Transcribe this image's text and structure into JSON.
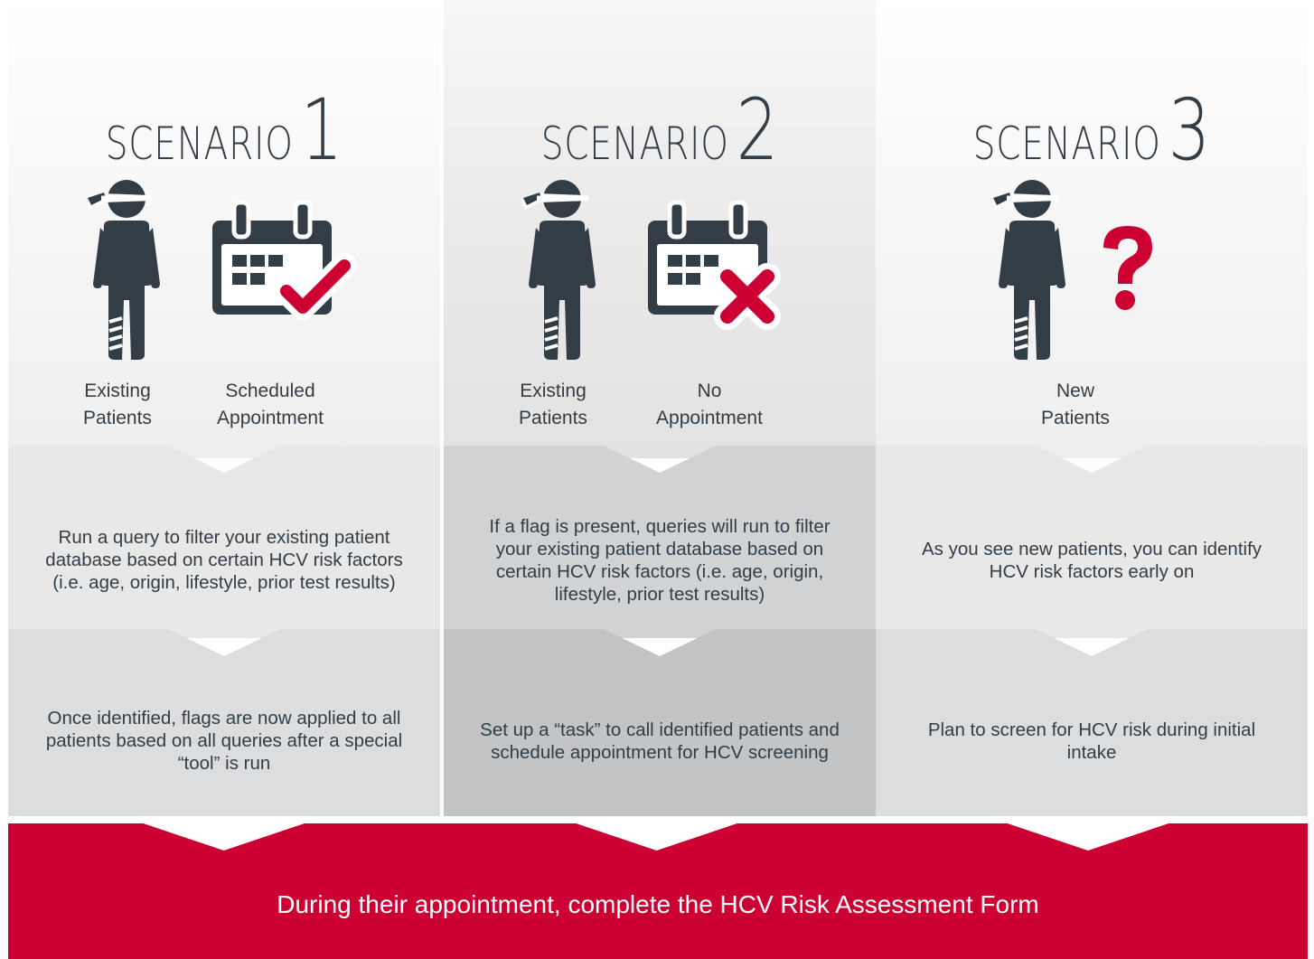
{
  "scenarios": [
    {
      "word": "SCENARIO",
      "number": "1",
      "labels": [
        [
          "Existing",
          "Patients"
        ],
        [
          "Scheduled",
          "Appointment"
        ]
      ],
      "steps": [
        "Run a query to filter your existing patient database based on certain HCV risk factors (i.e. age, origin, lifestyle, prior test results)",
        "Once identified, flags are now applied to all patients based on all queries after a special “tool” is run"
      ]
    },
    {
      "word": "SCENARIO",
      "number": "2",
      "labels": [
        [
          "Existing",
          "Patients"
        ],
        [
          "No",
          "Appointment"
        ]
      ],
      "steps": [
        "If a flag is present, queries will run to filter your existing patient database based on certain HCV risk factors (i.e. age, origin, lifestyle, prior test results)",
        "Set up a “task” to call identified patients and schedule appointment for HCV screening"
      ]
    },
    {
      "word": "SCENARIO",
      "number": "3",
      "labels": [
        [
          "New",
          "Patients"
        ]
      ],
      "steps": [
        "As you see new patients, you can identify HCV risk factors early on",
        "Plan to screen for HCV risk during initial intake"
      ]
    }
  ],
  "footer": "During their appointment, complete the HCV Risk Assessment Form",
  "icons": {
    "patient": "injured-patient-icon",
    "scheduled": "calendar-check-icon",
    "none": "calendar-x-icon",
    "unknown": "question-mark-icon"
  },
  "colors": {
    "accent": "#cc0033",
    "ink": "#333d46"
  }
}
